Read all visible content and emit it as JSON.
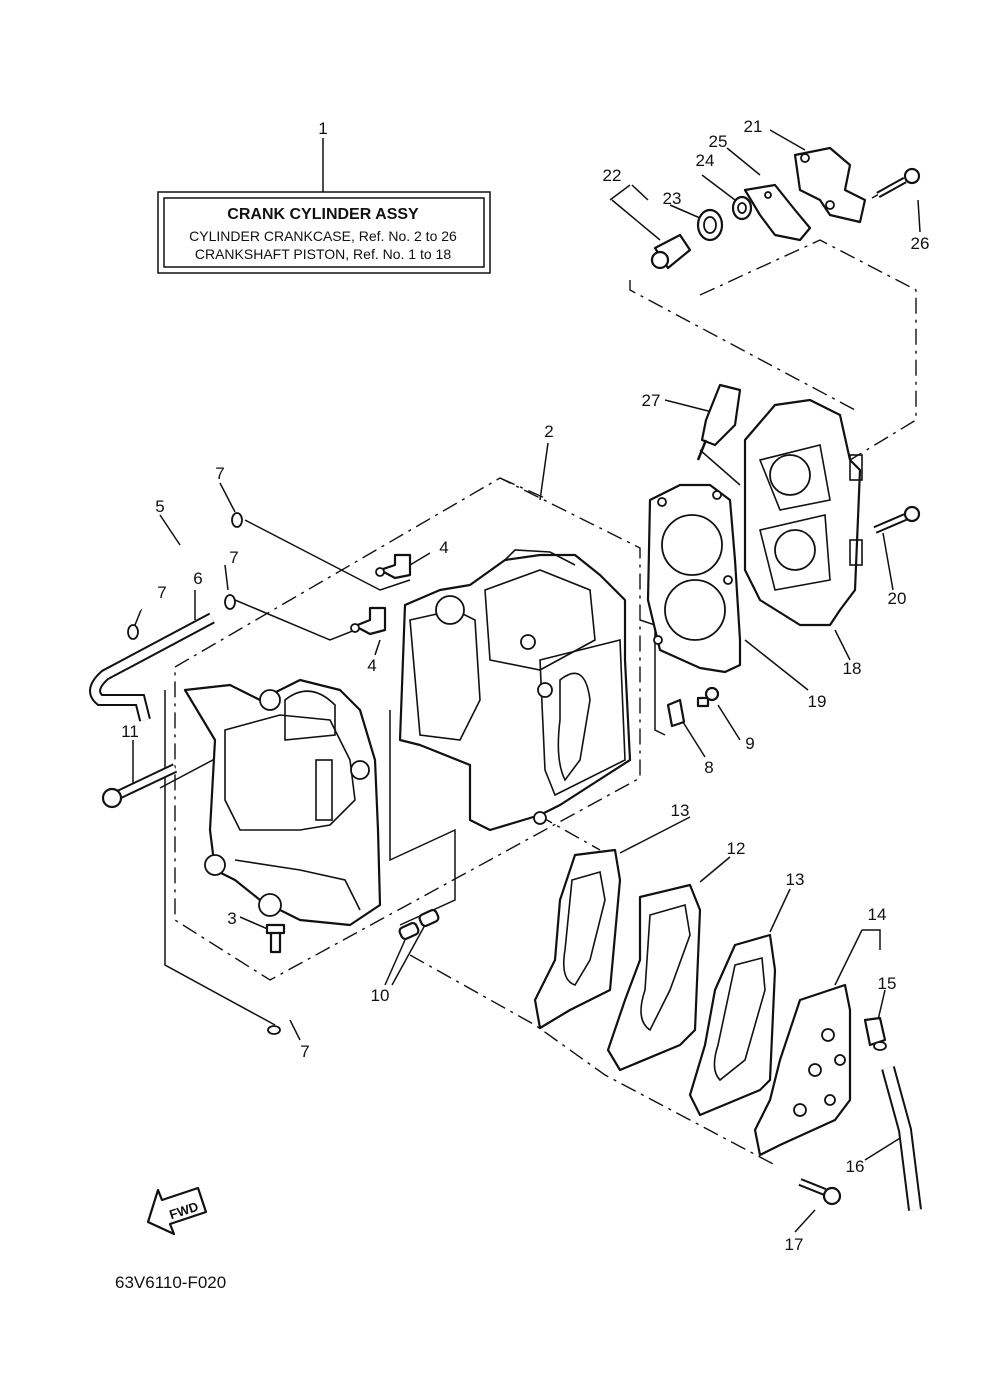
{
  "label_box": {
    "title": "CRANK CYLINDER ASSY",
    "line1": "CYLINDER CRANKCASE,  Ref. No. 2 to 26",
    "line2": "CRANKSHAFT PISTON,  Ref. No. 1 to 18"
  },
  "callouts": {
    "c1": "1",
    "c2": "2",
    "c3": "3",
    "c4a": "4",
    "c4b": "4",
    "c5": "5",
    "c6": "6",
    "c7a": "7",
    "c7b": "7",
    "c7c": "7",
    "c7d": "7",
    "c8": "8",
    "c9": "9",
    "c10": "10",
    "c11": "11",
    "c12": "12",
    "c13a": "13",
    "c13b": "13",
    "c14": "14",
    "c15": "15",
    "c16": "16",
    "c17": "17",
    "c18": "18",
    "c19": "19",
    "c20": "20",
    "c21": "21",
    "c22": "22",
    "c23": "23",
    "c24": "24",
    "c25": "25",
    "c26": "26",
    "c27": "27"
  },
  "fwd_label": "FWD",
  "figure_code": "63V6110-F020",
  "icons": {
    "fwd_arrow": "fwd-arrow-icon"
  }
}
